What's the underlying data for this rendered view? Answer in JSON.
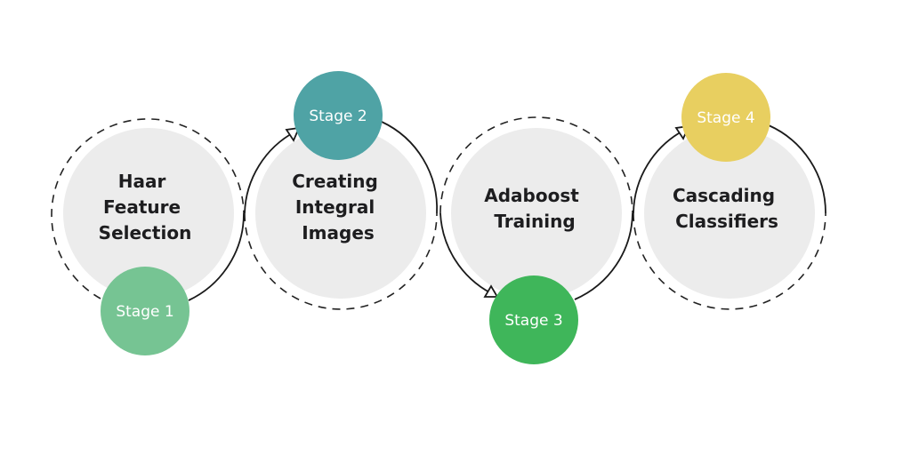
{
  "diagram": {
    "stages": [
      {
        "stage_label": "Stage 1",
        "title_lines": [
          "Haar",
          "Feature",
          "Selection"
        ],
        "color": "#76c493"
      },
      {
        "stage_label": "Stage 2",
        "title_lines": [
          "Creating",
          "Integral",
          "Images"
        ],
        "color": "#4fa3a5"
      },
      {
        "stage_label": "Stage 3",
        "title_lines": [
          "Adaboost",
          "Training"
        ],
        "color": "#3fb65a"
      },
      {
        "stage_label": "Stage 4",
        "title_lines": [
          "Cascading",
          "Classifiers"
        ],
        "color": "#e8cf60"
      }
    ],
    "main_circle_color": "#ececec",
    "flow": "Stage 1 → Stage 2 → Stage 3 → Stage 4"
  }
}
